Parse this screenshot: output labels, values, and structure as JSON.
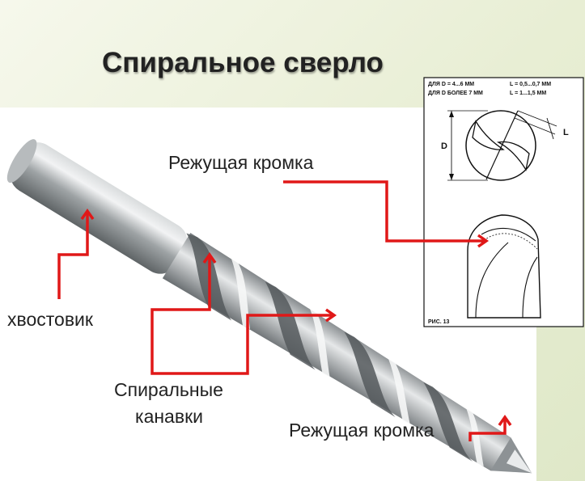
{
  "title": "Спиральное сверло",
  "labels": {
    "cutting_edge_top": "Режущая кромка",
    "shank": "хвостовик",
    "flutes_line1": "Спиральные",
    "flutes_line2": "канавки",
    "cutting_edge_bottom": "Режущая кромка"
  },
  "inset": {
    "line1_left": "ДЛЯ D = 4...6 ММ",
    "line1_right": "L = 0,5...0,7 ММ",
    "line2_left": "ДЛЯ D БОЛЕЕ 7 ММ",
    "line2_right": "L = 1...1,5 ММ",
    "dim_d": "D",
    "dim_l": "L",
    "caption": "РИС. 13"
  },
  "colors": {
    "pointer": "#e01818",
    "steel_dark": "#5f6466",
    "steel_light": "#eef0f1"
  }
}
